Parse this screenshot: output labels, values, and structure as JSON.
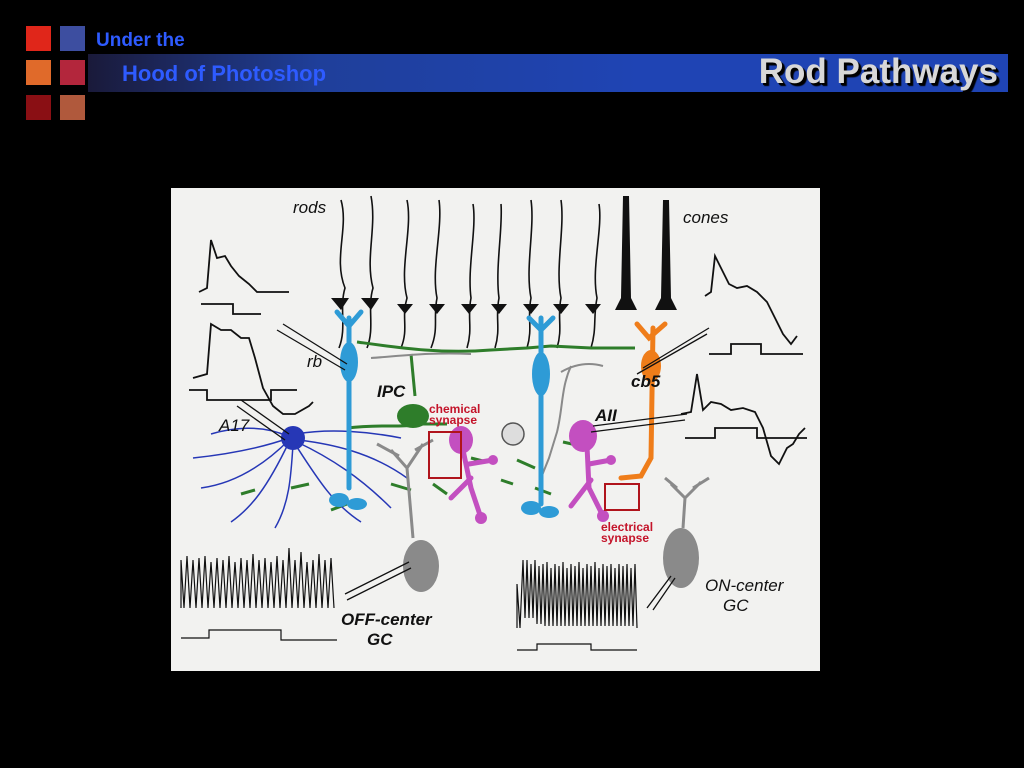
{
  "header": {
    "brand_line1": "Under the",
    "brand_line2": "Hood of Photoshop",
    "title": "Rod Pathways",
    "squares": [
      "#e0261a",
      "#3d4ea0",
      "#e06a2a",
      "#b3263c",
      "#8a0f14",
      "#b0593c"
    ]
  },
  "figure": {
    "labels": {
      "rods": "rods",
      "cones": "cones",
      "rb": "rb",
      "ipc": "IPC",
      "a17": "A17",
      "cb5": "cb5",
      "aii": "AII",
      "off_center": "OFF-center",
      "gc_off": "GC",
      "on_center": "ON-center",
      "gc_on": "GC"
    },
    "synapse_labels": {
      "chemical_1": "chemical",
      "chemical_2": "synapse",
      "electrical_1": "electrical",
      "electrical_2": "synapse"
    },
    "colors": {
      "rod_bipolar": "#2e9bd6",
      "ipc": "#2e7d2a",
      "a17": "#2637b6",
      "aii": "#c34fc0",
      "cone_bipolar": "#ef7d1a",
      "ganglion": "#8a8a8a",
      "synapse_box": "#b0141c"
    }
  }
}
